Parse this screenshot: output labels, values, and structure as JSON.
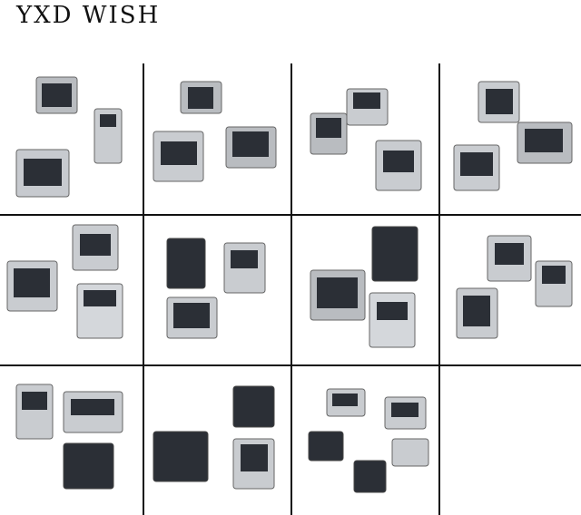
{
  "brand": {
    "title": "YXD WISH"
  },
  "grid": {
    "columns": 4,
    "rows": 3,
    "cells": [
      {
        "id": "cell-1",
        "subject": "mini-usb-connectors"
      },
      {
        "id": "cell-2",
        "subject": "mini-usb-connectors"
      },
      {
        "id": "cell-3",
        "subject": "mini-usb-connectors"
      },
      {
        "id": "cell-4",
        "subject": "mini-usb-connectors"
      },
      {
        "id": "cell-5",
        "subject": "mini-usb-connectors"
      },
      {
        "id": "cell-6",
        "subject": "mini-usb-connectors"
      },
      {
        "id": "cell-7",
        "subject": "mini-usb-connectors"
      },
      {
        "id": "cell-8",
        "subject": "mini-usb-connectors"
      },
      {
        "id": "cell-9",
        "subject": "mini-usb-connectors"
      },
      {
        "id": "cell-10",
        "subject": "mini-usb-connectors"
      },
      {
        "id": "cell-11",
        "subject": "mini-usb-connectors"
      },
      {
        "id": "cell-12",
        "subject": "empty"
      }
    ]
  },
  "colors": {
    "border": "#111111",
    "metal": "#b9bcc0",
    "plastic": "#2b2f36",
    "background": "#ffffff"
  }
}
